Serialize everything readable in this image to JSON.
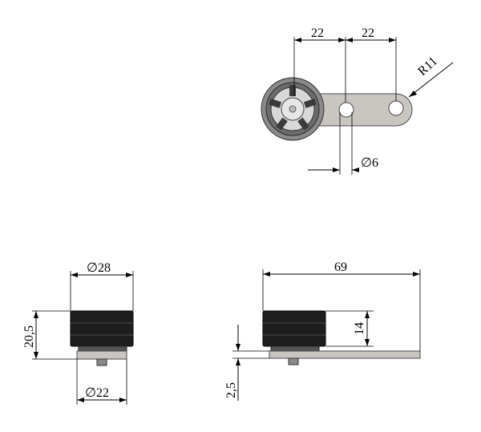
{
  "colors": {
    "background": "#ffffff",
    "dark_rubber": "#1e1e1e",
    "rubber_band": "#3a3a3a",
    "plate": "#c9c6c1",
    "plate_edge": "#4a4a4a",
    "wheel_gray": "#8a8a8a",
    "hub_light": "#e6e6e6"
  },
  "dimensions": {
    "top_spacing_left": "22",
    "top_spacing_right": "22",
    "radius": "R11",
    "hole_diameter": "∅6",
    "wheel_diameter": "∅28",
    "height_total": "20,5",
    "base_diameter": "∅22",
    "overall_length": "69",
    "wheel_height": "14",
    "plate_thickness": "2,5"
  }
}
